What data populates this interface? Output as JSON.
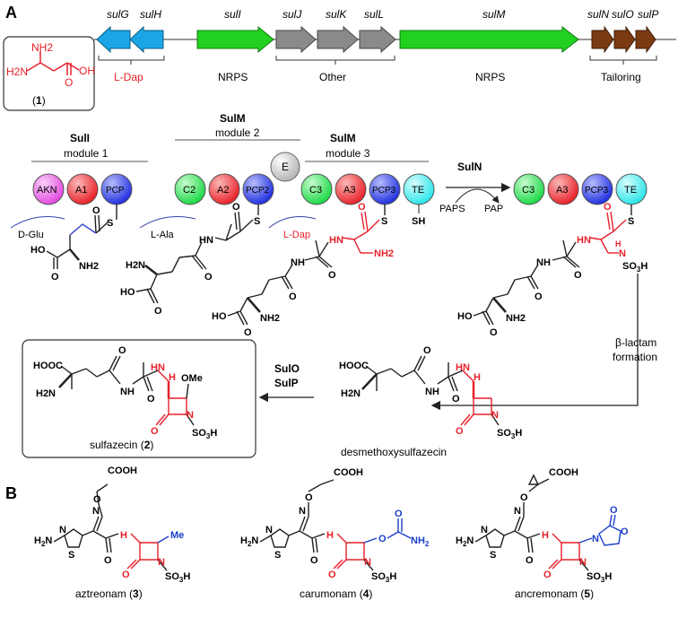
{
  "panels": {
    "a": "A",
    "b": "B"
  },
  "genes": {
    "items": [
      "sulG",
      "sulH",
      "sulI",
      "sulJ",
      "sulK",
      "sulL",
      "sulM",
      "sulN",
      "sulO",
      "sulP"
    ],
    "groups": [
      "L-Dap",
      "NRPS",
      "Other",
      "NRPS",
      "Tailoring"
    ]
  },
  "colors": {
    "ldap_gene": "#1aa6e6",
    "nrps_gene": "#22d11f",
    "other_gene": "#8a8a8a",
    "tailoring_gene": "#7a3a12",
    "akn": "#e24ce0",
    "adenylation": "#e8242c",
    "pcp": "#2433e0",
    "condensation": "#1fd94a",
    "te": "#2fe6ea",
    "epimerization": "#c9c9c9",
    "highlight": "#e8202a",
    "substituent": "#1a3ec8"
  },
  "compound1": {
    "number": "1",
    "atoms": {
      "nh2_top": "NH2",
      "h2n": "H2N",
      "oh": "OH",
      "o": "O"
    }
  },
  "modules": {
    "suli": {
      "protein": "SulI",
      "module": "module 1",
      "domains": [
        "AKN",
        "A1",
        "PCP"
      ]
    },
    "sulm2": {
      "protein": "SulM",
      "module": "module 2",
      "domains": [
        "C2",
        "A2",
        "PCP2"
      ]
    },
    "sulm3": {
      "protein": "SulM",
      "module": "module 3",
      "domains": [
        "C3",
        "A3",
        "PCP3",
        "TE"
      ]
    },
    "e_domain": "E",
    "product_domains": [
      "C3",
      "A3",
      "PCP3",
      "TE"
    ]
  },
  "substrates": {
    "dglu": "D-Glu",
    "lala": "L-Ala",
    "ldap": "L-Dap"
  },
  "suln": {
    "enzyme": "SulN",
    "cofactor_in": "PAPS",
    "cofactor_out": "PAP"
  },
  "lactam": {
    "label1": "β-lactam",
    "label2": "formation"
  },
  "tailoring": {
    "enzyme1": "SulO",
    "enzyme2": "SulP"
  },
  "atoms": {
    "S": "S",
    "SH": "SH",
    "O": "O",
    "HO": "HO",
    "NH2": "NH2",
    "H2N": "H2N",
    "HN": "HN",
    "NH": "NH",
    "N": "N",
    "H": "H",
    "SO3H": "SO3H",
    "HOOC": "HOOC",
    "OMe": "OMe",
    "COOH": "COOH",
    "Me": "Me"
  },
  "intermediate": "desmethoxysulfazecin",
  "product": {
    "name": "sulfazecin",
    "number": "2"
  },
  "panel_b": [
    {
      "name": "aztreonam",
      "number": "3"
    },
    {
      "name": "carumonam",
      "number": "4"
    },
    {
      "name": "ancremonam",
      "number": "5"
    }
  ]
}
